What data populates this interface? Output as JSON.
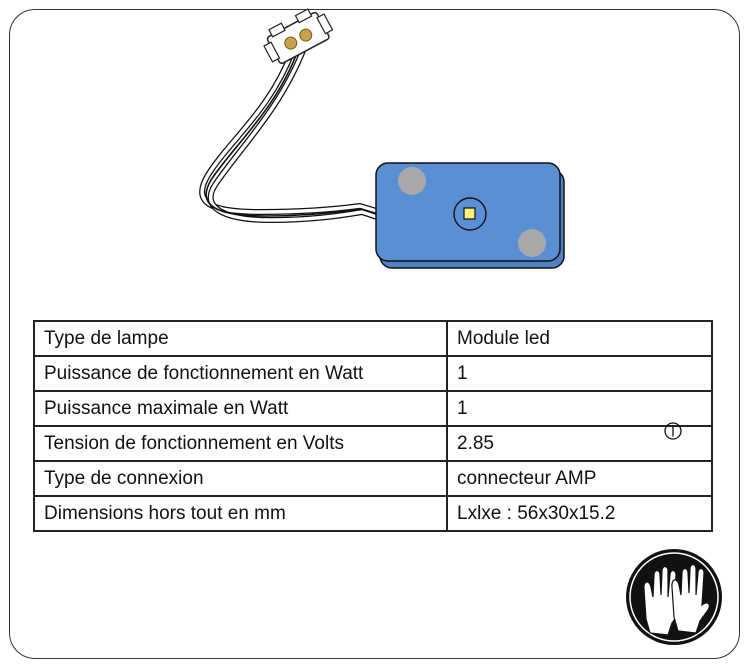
{
  "illustration": {
    "subject": "led-module-with-amp-connector",
    "module_color": "#5b8fd3",
    "pad_color": "#a9a9a9",
    "led_color": "#fff27a",
    "connector_pin_color": "#c8a24a"
  },
  "specs": {
    "rows": [
      {
        "label": "Type de lampe",
        "value": "Module led"
      },
      {
        "label": "Puissance de fonctionnement en Watt",
        "value": "1"
      },
      {
        "label": "Puissance maximale en Watt",
        "value": "1"
      },
      {
        "label": "Tension de fonctionnement en Volts",
        "value": "2.85"
      },
      {
        "label": "Type de connexion",
        "value": "connecteur AMP"
      },
      {
        "label": "Dimensions hors tout en mm",
        "value": "Lxlxe : 56x30x15.2"
      }
    ]
  },
  "icons": {
    "info": "info-circle-icon",
    "safety": "protective-gloves-icon",
    "safety_bg": "#111111"
  }
}
